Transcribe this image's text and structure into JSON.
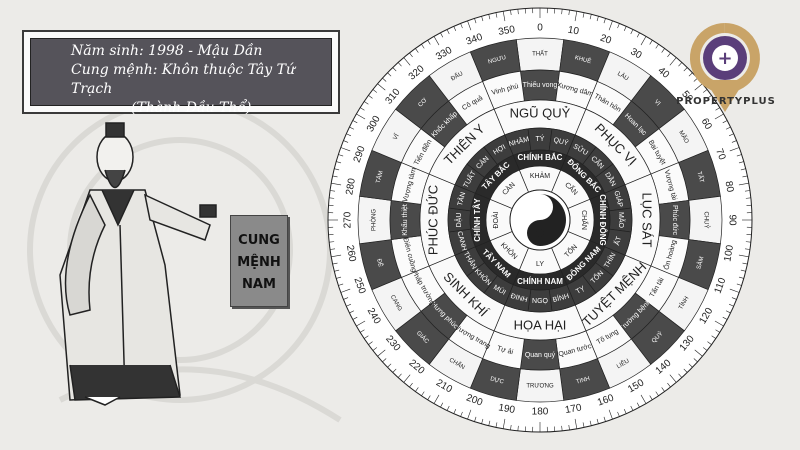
{
  "info": {
    "line1": "Năm sinh: 1998 - Mậu Dần",
    "line2": "Cung mệnh: Khôn thuộc Tây Tứ Trạch",
    "line3": "(Thành Đầu Thổ)"
  },
  "cung": {
    "word1": "CUNG",
    "word2": "MỆNH",
    "word3": "NAM"
  },
  "logo": {
    "text": "PROPERTYPLUS",
    "symbol": "+"
  },
  "wheel": {
    "degrees": [
      "0",
      "10",
      "20",
      "30",
      "40",
      "50",
      "60",
      "70",
      "80",
      "90",
      "100",
      "110",
      "120",
      "130",
      "140",
      "150",
      "160",
      "170",
      "180",
      "190",
      "200",
      "210",
      "220",
      "230",
      "240",
      "250",
      "260",
      "270",
      "280",
      "290",
      "300",
      "310",
      "320",
      "330",
      "340",
      "350"
    ],
    "stars": [
      {
        "name": "NGŨ QUỶ"
      },
      {
        "name": "PHỤC VỊ"
      },
      {
        "name": "LỤC SÁT"
      },
      {
        "name": "TUYỆT MỆNH"
      },
      {
        "name": "HỌA HẠI"
      },
      {
        "name": "SINH KHÍ"
      },
      {
        "name": "PHÚC ĐỨC"
      },
      {
        "name": "THIÊN Y"
      }
    ],
    "directions": [
      "CHÍNH BẮC",
      "ĐÔNG BẮC",
      "CHÍNH ĐÔNG",
      "ĐÔNG NAM",
      "CHÍNH NAM",
      "TÂY NAM",
      "CHÍNH TÂY",
      "TÂY BẮC"
    ],
    "mountains": [
      "NHÂM",
      "TÝ",
      "QUÝ",
      "SỬU",
      "CẤN",
      "DẦN",
      "GIÁP",
      "MÃO",
      "ẤT",
      "THÌN",
      "TỐN",
      "TỴ",
      "BÍNH",
      "NGỌ",
      "ĐINH",
      "MÙI",
      "KHÔN",
      "THÂN",
      "CANH",
      "DẬU",
      "TÂN",
      "TUẤT",
      "CÀN",
      "HỢI"
    ],
    "trigrams": [
      "KHẢM",
      "CẤN",
      "CHẤN",
      "TỐN",
      "LY",
      "KHÔN",
      "ĐOÀI",
      "CÀN"
    ],
    "outer_stars": [
      "Thiếu vong",
      "Xương dâm",
      "Thân hôn",
      "Hoan lạc",
      "Bại tuyệt",
      "Vượng tài",
      "Phúc đức",
      "Ôn hoàng",
      "Tấn tài",
      "Trường bệnh",
      "Tố tụng",
      "Quan tước",
      "Quan quý",
      "Tự ải",
      "Vượng trang",
      "Hưng phúc",
      "Pháp trường",
      "Điên cuồng",
      "Khẩu thiệt",
      "Vượng tàm",
      "Tiến điền",
      "Khốc khấp",
      "Cô quả",
      "Vinh phú"
    ],
    "outer_ring": [
      "THẤT",
      "KHUÊ",
      "LÂU",
      "VỊ",
      "MÃO",
      "TẤT",
      "CHUỶ",
      "SÂM",
      "TỈNH",
      "QUỶ",
      "LIỄU",
      "TINH",
      "TRƯƠNG",
      "DỰC",
      "CHẨN",
      "GIÁC",
      "CANG",
      "ĐÊ",
      "PHÒNG",
      "TÂM",
      "VĨ",
      "CƠ",
      "ĐẨU",
      "NGƯU"
    ]
  }
}
